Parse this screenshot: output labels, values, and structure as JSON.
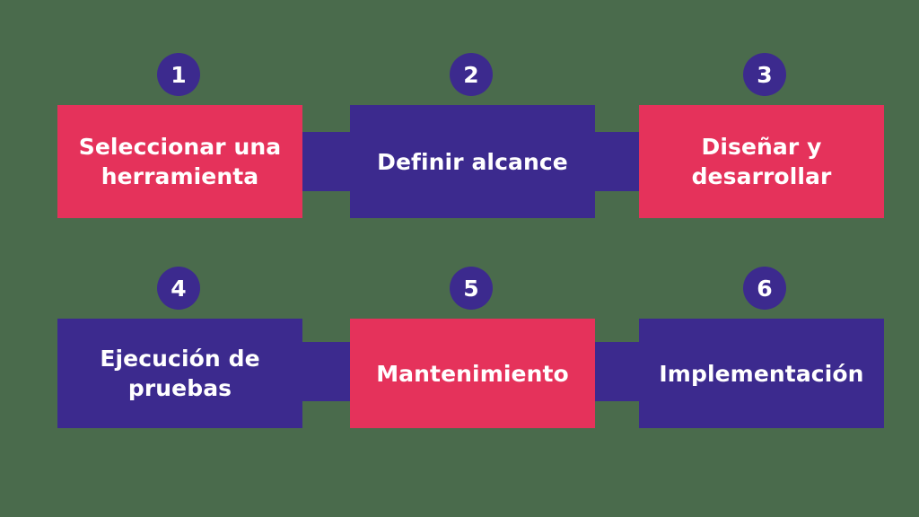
{
  "diagram": {
    "title_text": "",
    "background_color": "#4a6b4c",
    "colors": {
      "pink": "#e5325b",
      "purple": "#3c2a8e",
      "text": "#ffffff"
    },
    "rows": [
      {
        "name": "top-row",
        "steps": [
          {
            "number": "1",
            "label": "Seleccionar una\nherramienta",
            "color": "pink"
          },
          {
            "number": "2",
            "label": "Definir alcance",
            "color": "purple"
          },
          {
            "number": "3",
            "label": "Diseñar y\ndesarrollar",
            "color": "pink"
          }
        ]
      },
      {
        "name": "bottom-row",
        "steps": [
          {
            "number": "4",
            "label": "Ejecución de\npruebas",
            "color": "purple"
          },
          {
            "number": "5",
            "label": "Mantenimiento",
            "color": "pink"
          },
          {
            "number": "6",
            "label": "Implementación",
            "color": "purple"
          }
        ]
      }
    ]
  }
}
